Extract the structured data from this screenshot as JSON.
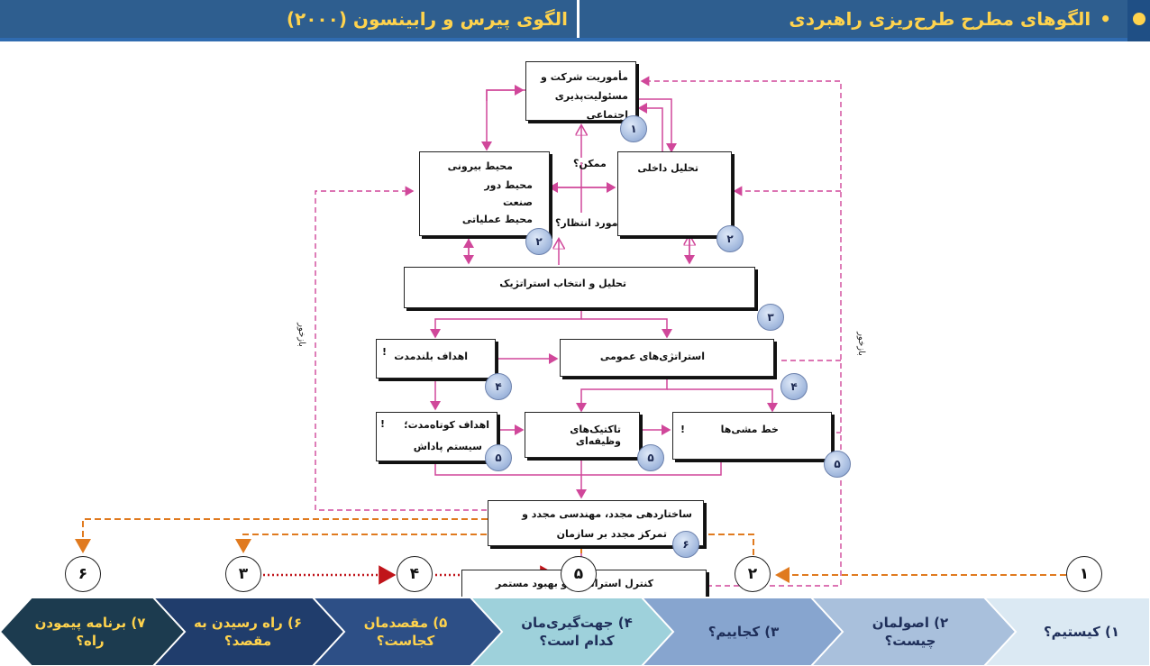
{
  "header": {
    "right_title": "الگوهای مطرح طرح‌ریزی راهبردی",
    "left_title": "الگوی پیرس و رابینسون (۲۰۰۰)"
  },
  "diagram": {
    "box_mission": "مأموریت شرکت و مسئولیت‌پذیری اجتماعی",
    "box_external": [
      "محیط بیرونی",
      "محیط دور",
      "صنعت",
      "محیط عملیاتی"
    ],
    "box_internal": "تحلیل داخلی",
    "box_analysis": "تحلیل و انتخاب استراتژیک",
    "box_long_goals": "اهداف بلندمدت",
    "box_general": "استراتژی‌های عمومی",
    "box_short_goals": [
      "اهداف کوتاه‌مدت؛",
      "سیستم پاداش"
    ],
    "box_tactics": "تاکتیک‌های وظیفه‌ای",
    "box_policies": "خط مشی‌ها",
    "box_restructure": [
      "ساختاردهی مجدد، مهندسی مجدد و",
      "تمرکز مجدد بر سازمان"
    ],
    "box_control": "کنترل استراتژیک و بهبود مستمر",
    "label_possible": "ممکن؟",
    "label_expected": "مورد انتظار؟",
    "label_feedback": "بازخور",
    "badges": [
      "۱",
      "۲",
      "۲",
      "۳",
      "۴",
      "۴",
      "۵",
      "۵",
      "۵",
      "۶"
    ],
    "marks": [
      "!",
      "!",
      "!"
    ]
  },
  "steps": [
    "۱",
    "۲",
    "۵",
    "۴",
    "۳",
    "۶"
  ],
  "chevrons": [
    {
      "label": "۱) کیستیم؟",
      "fill": "#dbe9f3",
      "text": "#1f2f5a"
    },
    {
      "label": "۲) اصولمان چیست؟",
      "fill": "#a9c0dc",
      "text": "#1f2f5a"
    },
    {
      "label": "۳) کجاییم؟",
      "fill": "#87a5cf",
      "text": "#1f2f5a"
    },
    {
      "label": "۴) جهت‌گیری‌مان کدام است؟",
      "fill": "#9ed1db",
      "text": "#1f2f5a"
    },
    {
      "label": "۵) مقصدمان کجاست؟",
      "fill": "#2d4f86",
      "text": "#ffd34d"
    },
    {
      "label": "۶) راه رسیدن به مقصد؟",
      "fill": "#203d6c",
      "text": "#ffd34d"
    },
    {
      "label": "۷) برنامه پیمودن راه؟",
      "fill": "#1c3b4f",
      "text": "#ffd34d"
    }
  ],
  "colors": {
    "header_bg": "#2e5e8f",
    "header_text": "#ffd34d",
    "pink_arrow": "#d0479a",
    "orange_dash": "#e07a1f",
    "red_dotted": "#c0141a"
  }
}
